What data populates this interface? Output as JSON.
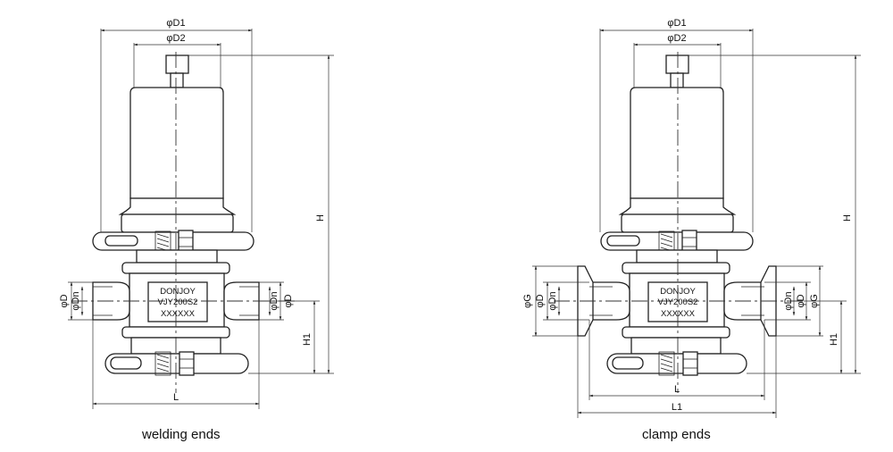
{
  "left": {
    "caption": "welding ends",
    "dims": {
      "d1": "φD1",
      "d2": "φD2",
      "h": "H",
      "h1": "H1",
      "l": "L",
      "d_left": "φD",
      "dn_left": "φDn",
      "dn_right": "φDn",
      "d_right": "φD"
    },
    "plate": {
      "brand": "DONJOY",
      "model": "VJY200S2",
      "serial": "XXXXXX"
    }
  },
  "right": {
    "caption": "clamp ends",
    "dims": {
      "d1": "φD1",
      "d2": "φD2",
      "h": "H",
      "h1": "H1",
      "l": "L",
      "l1": "L1",
      "g_left": "φG",
      "d_left": "φD",
      "dn_left": "φDn",
      "dn_right": "φDn",
      "d_right": "φD",
      "g_right": "φG"
    },
    "plate": {
      "brand": "DONJOY",
      "model": "VJY200S2",
      "serial": "XXXXXX"
    }
  }
}
